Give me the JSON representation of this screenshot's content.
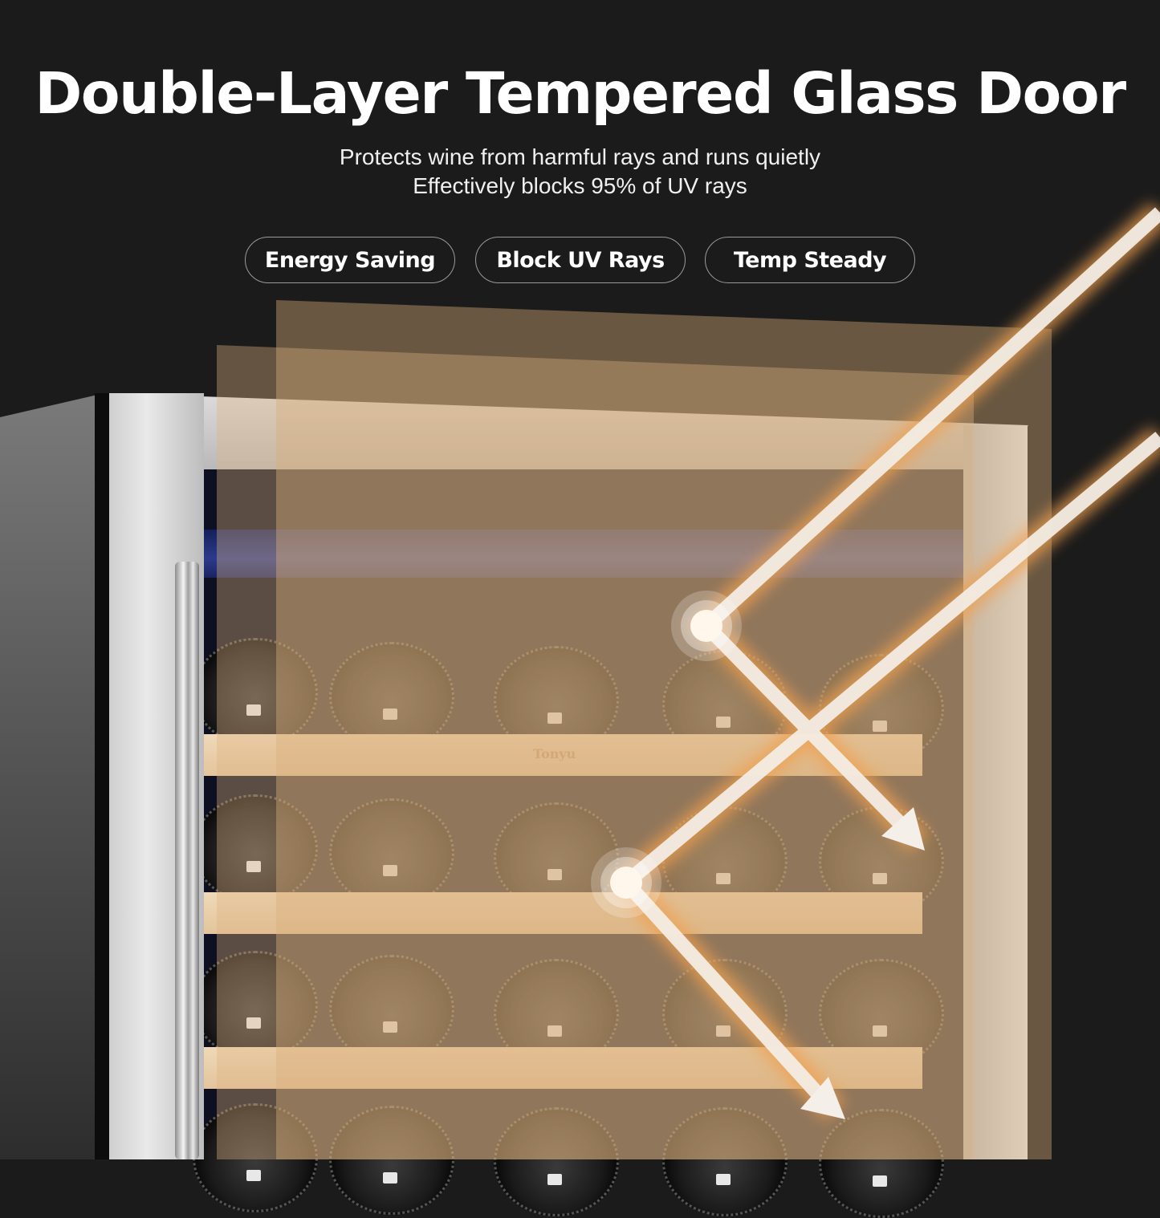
{
  "header": {
    "title": "Double-Layer Tempered Glass Door",
    "subtitle_line1": "Protects wine from harmful rays and runs quietly",
    "subtitle_line2": "Effectively blocks 95% of UV rays"
  },
  "features": [
    {
      "label": "Energy Saving"
    },
    {
      "label": "Block UV Rays"
    },
    {
      "label": "Temp Steady"
    }
  ],
  "product": {
    "shelf_brand_text": "Tonyu"
  },
  "colors": {
    "background": "#1b1b1b",
    "text": "#ffffff",
    "pill_border": "#9a9a9a",
    "glass_tint": "#d6ac78",
    "beam_core": "#f4efe8",
    "beam_glow": "#f0a050",
    "shelf_wood": "#e8cba5"
  }
}
